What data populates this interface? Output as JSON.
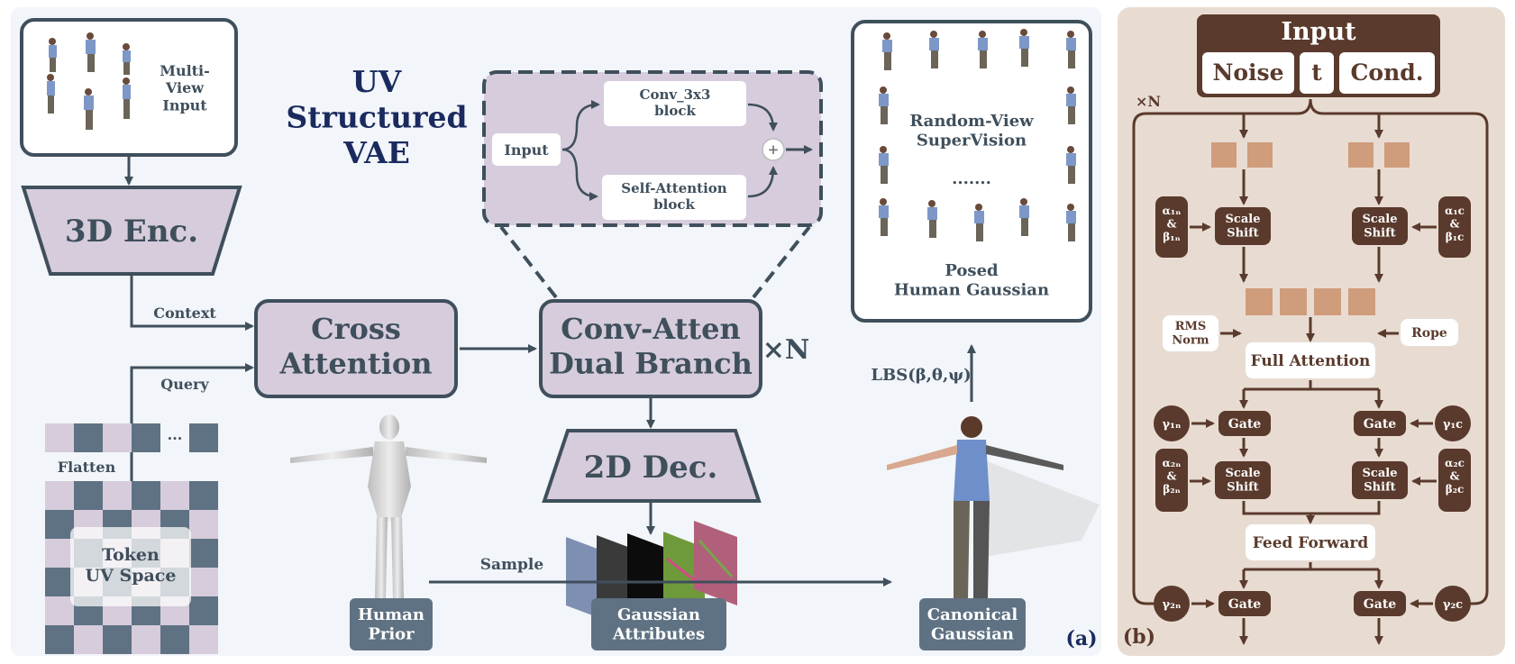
{
  "panel_a": {
    "multi_view_input": "Multi-\nView\nInput",
    "vae_title": "UV\nStructured\nVAE",
    "enc3d": "3D Enc.",
    "context": "Context",
    "query": "Query",
    "flatten": "Flatten",
    "ellipsis": "...",
    "token_uv": "Token\nUV Space",
    "cross_attention": "Cross\nAttention",
    "conv_atten": "Conv-Atten\nDual Branch",
    "times_n": "×N",
    "dec2d": "2D Dec.",
    "inset_input": "Input",
    "conv_block": "Conv_3x3\nblock",
    "self_attn_block": "Self-Attention\nblock",
    "plus": "+",
    "random_view": "Random-View\nSuperVision",
    "dots": ".......",
    "posed": "Posed\nHuman Gaussian",
    "lbs": "LBS(β,θ,ψ)",
    "sample": "Sample",
    "human_prior": "Human\nPrior",
    "gaussian_attributes": "Gaussian\nAttributes",
    "canonical_gaussian": "Canonical\nGaussian",
    "panel_label": "(a)"
  },
  "panel_b": {
    "input": "Input",
    "noise": "Noise",
    "t": "t",
    "cond": "Cond.",
    "times_n": "×N",
    "alpha1n": "α₁ₙ\n&\nβ₁ₙ",
    "alpha1c": "α₁c\n&\nβ₁c",
    "scale_shift": "Scale\nShift",
    "rms_norm": "RMS\nNorm",
    "rope": "Rope",
    "full_attention": "Full Attention",
    "gamma1n": "γ₁ₙ",
    "gamma1c": "γ₁c",
    "gate": "Gate",
    "alpha2n": "α₂ₙ\n&\nβ₂ₙ",
    "alpha2c": "α₂c\n&\nβ₂c",
    "feed_forward": "Feed Forward",
    "gamma2n": "γ₂ₙ",
    "gamma2c": "γ₂c",
    "panel_label": "(b)"
  },
  "colors": {
    "slate": "#3f4f5c",
    "lavender": "#d6ccdc",
    "navy": "#1a2a5e",
    "brown": "#5a3a2c",
    "tan": "#cf9c7c"
  }
}
